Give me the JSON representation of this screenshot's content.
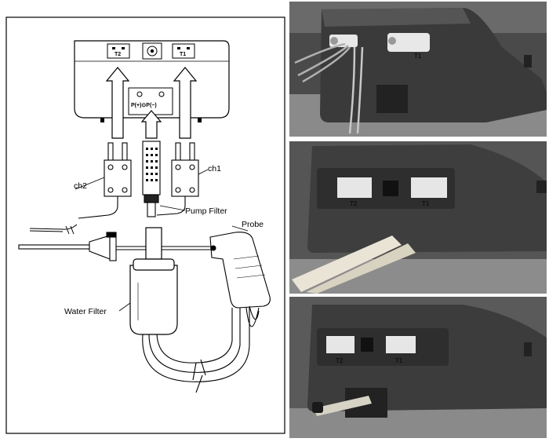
{
  "diagram": {
    "port_labels": {
      "t2": "T2",
      "t1": "T1",
      "pressure": "P(+)⊙P(−)"
    },
    "callouts": {
      "ch2": "ch2",
      "ch1": "ch1",
      "pump_filter": "Pump Filter",
      "probe": "Probe",
      "water_filter": "Water Filter"
    }
  },
  "photos": [
    {
      "id": "top",
      "t_labels": [
        "T1"
      ]
    },
    {
      "id": "middle",
      "t_labels": [
        "T2",
        "T1"
      ]
    },
    {
      "id": "bottom",
      "t_labels": [
        "T2",
        "T1"
      ]
    }
  ]
}
